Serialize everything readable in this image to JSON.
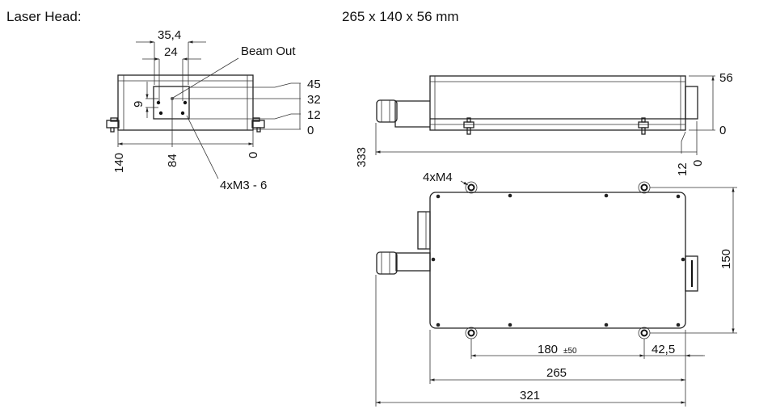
{
  "title": "Laser Head:",
  "dimensions_summary": "265 x 140 x 56 mm",
  "front_view": {
    "beam_label": "Beam Out",
    "thread_label": "4xM3 - 6",
    "width_outer": "35,4",
    "width_inner": "24",
    "height_small": "9",
    "heights": [
      "45",
      "32",
      "12",
      "0"
    ],
    "horizontal": [
      "140",
      "84",
      "0"
    ]
  },
  "side_view": {
    "height_top": "56",
    "height_zero": "0",
    "length_total": "333",
    "offset_12": "12",
    "offset_0": "0"
  },
  "top_view": {
    "mount_label": "4xM4",
    "depth": "150",
    "hole_spacing": "180",
    "hole_tolerance": "±50",
    "hole_offset": "42,5",
    "body_length": "265",
    "total_length": "321"
  }
}
